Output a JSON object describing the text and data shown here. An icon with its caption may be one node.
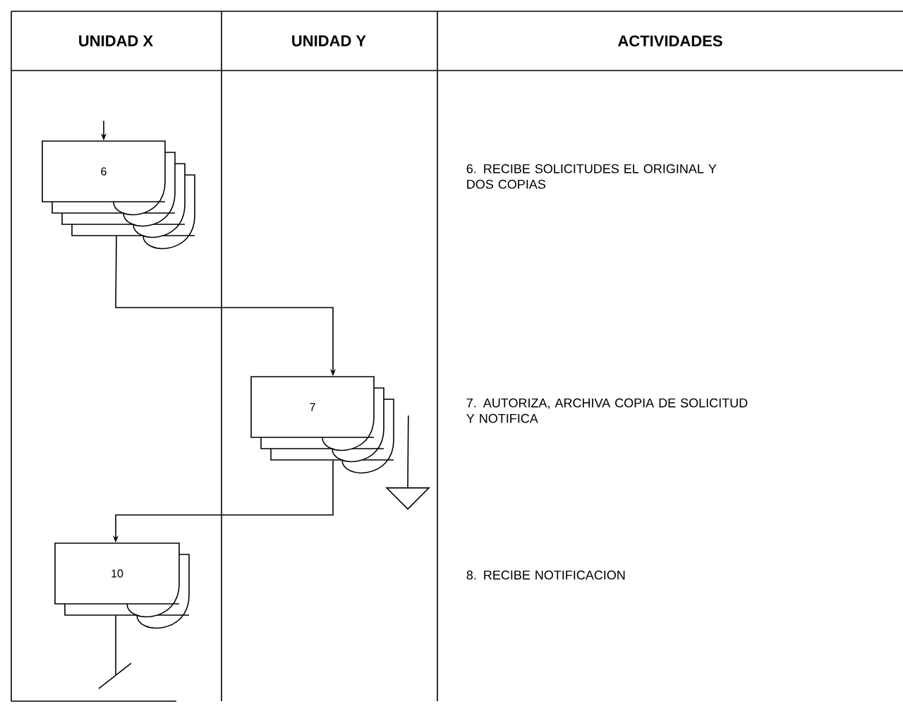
{
  "diagram": {
    "nodes": [
      {
        "text": [
          "6"
        ]
      },
      {
        "text": [
          "7"
        ]
      },
      {
        "text": [
          "10"
        ]
      },
      {
        "text": [],
        "shape": "triangle"
      }
    ],
    "edges": [
      {
        "from": null,
        "to": 0,
        "arrow": "to"
      },
      {
        "from": 0,
        "to": 1,
        "arrow": "to"
      },
      {
        "from": 1,
        "to": 3,
        "arrow": "none"
      },
      {
        "from": 1,
        "to": 2,
        "arrow": "to"
      },
      {
        "from": 2,
        "to": null,
        "arrow": "none"
      }
    ],
    "labels": [
      "UNIDAD X",
      "UNIDAD Y",
      "ACTIVIDADES",
      "6. RECIBE SOLICITUDES EL ORIGINAL Y DOS COPIAS",
      "7. AUTORIZA, ARCHIVA COPIA DE SOLICITUD Y NOTIFICA",
      "8. RECIBE NOTIFICACION"
    ]
  }
}
